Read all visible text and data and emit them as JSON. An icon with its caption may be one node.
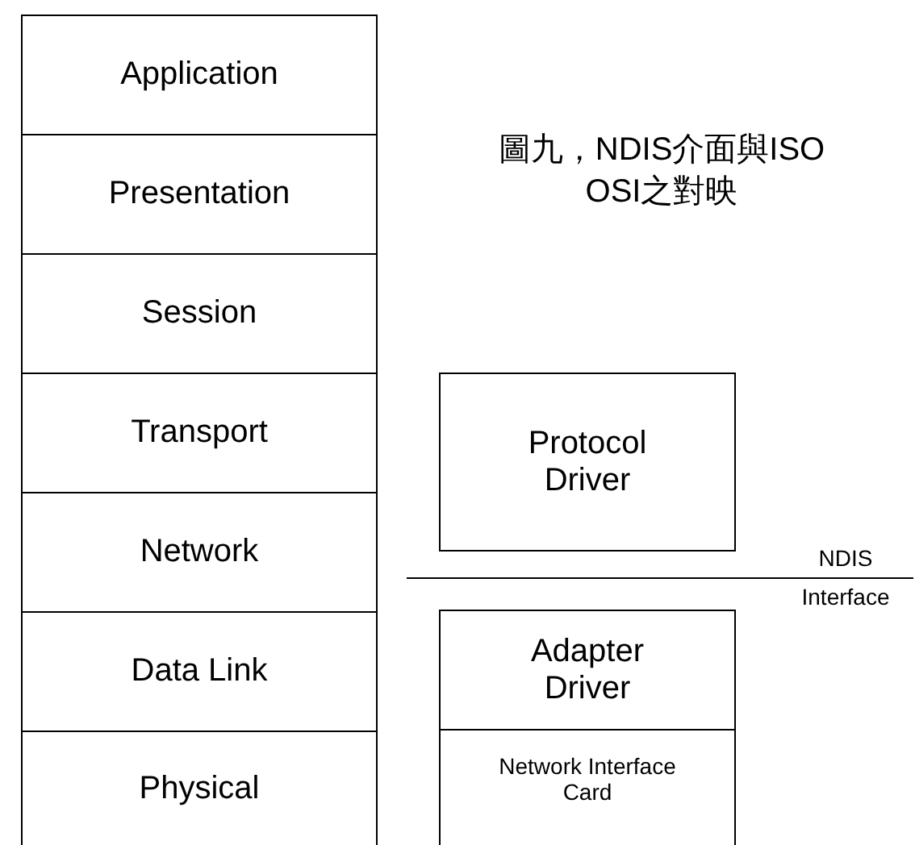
{
  "diagram": {
    "title": "圖九，NDIS介面與ISO OSI之對映",
    "nodes": [
      {
        "text": [
          "Application"
        ]
      },
      {
        "text": [
          "Presentation"
        ]
      },
      {
        "text": [
          "Session"
        ]
      },
      {
        "text": [
          "Transport"
        ]
      },
      {
        "text": [
          "Network"
        ]
      },
      {
        "text": [
          "Data Link"
        ]
      },
      {
        "text": [
          "Physical"
        ]
      },
      {
        "text": [
          "Protocol Driver"
        ]
      },
      {
        "text": [
          "Adapter Driver"
        ]
      },
      {
        "text": [
          "Network Interface Card"
        ]
      }
    ],
    "labels": [
      "NDIS Interface"
    ]
  }
}
